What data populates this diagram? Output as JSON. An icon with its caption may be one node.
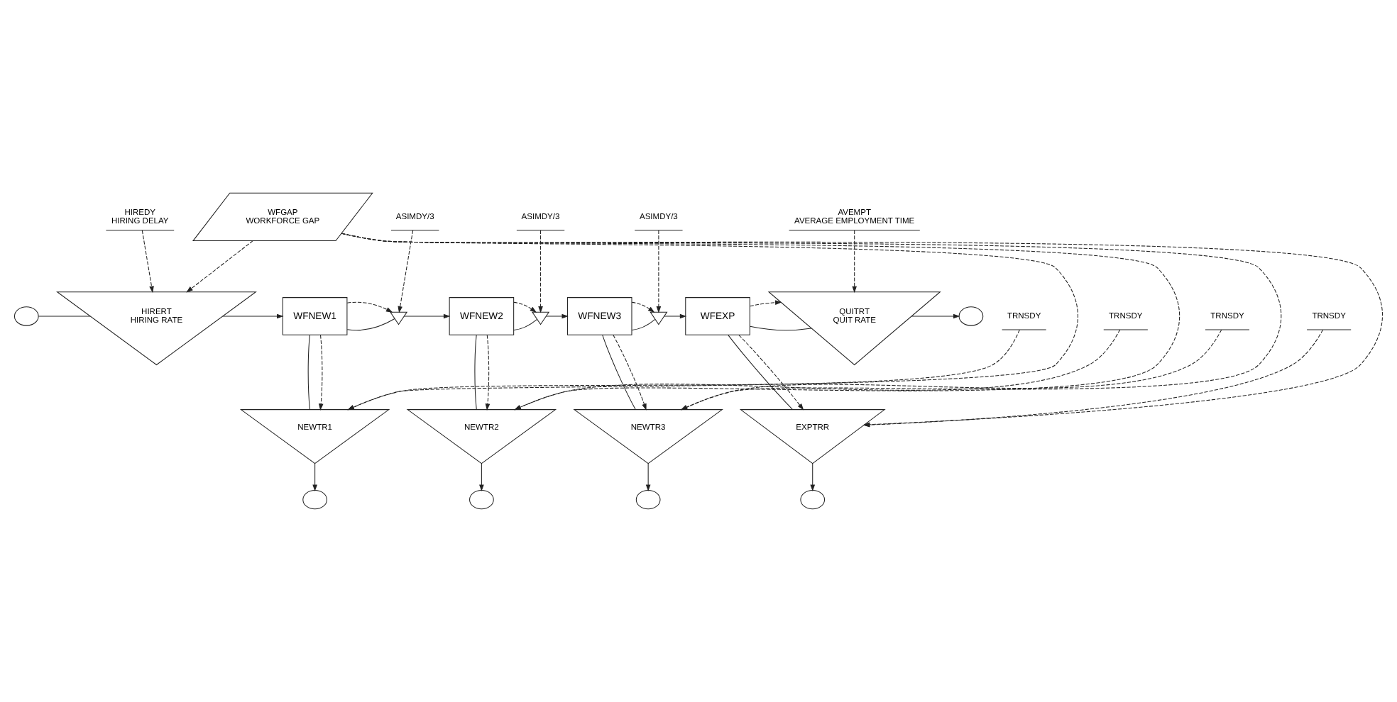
{
  "diagram": {
    "nodes": [
      {
        "text": [],
        "shape": "cloud"
      },
      {
        "text": [
          "HIRERT",
          "HIRING RATE"
        ]
      },
      {
        "text": [
          "WFNEW1"
        ]
      },
      {
        "text": [],
        "shape": "valve"
      },
      {
        "text": [
          "WFNEW2"
        ]
      },
      {
        "text": [],
        "shape": "valve"
      },
      {
        "text": [
          "WFNEW3"
        ]
      },
      {
        "text": [],
        "shape": "valve"
      },
      {
        "text": [
          "WFEXP"
        ]
      },
      {
        "text": [
          "QUITRT",
          "QUIT RATE"
        ]
      },
      {
        "text": [],
        "shape": "cloud"
      },
      {
        "text": [
          "HIREDY",
          "HIRING DELAY"
        ]
      },
      {
        "text": [
          "ASIMDY/3"
        ]
      },
      {
        "text": [
          "ASIMDY/3"
        ]
      },
      {
        "text": [
          "ASIMDY/3"
        ]
      },
      {
        "text": [
          "AVEMPT",
          "AVERAGE EMPLOYMENT TIME"
        ]
      },
      {
        "text": [
          "NEWTR1"
        ]
      },
      {
        "text": [
          "TRNSDY"
        ]
      },
      {
        "text": [],
        "shape": "cloud"
      },
      {
        "text": [
          "NEWTR2"
        ]
      },
      {
        "text": [
          "TRNSDY"
        ]
      },
      {
        "text": [],
        "shape": "cloud"
      },
      {
        "text": [
          "NEWTR3"
        ]
      },
      {
        "text": [
          "TRNSDY"
        ]
      },
      {
        "text": [],
        "shape": "cloud"
      },
      {
        "text": [
          "EXPTRR"
        ]
      },
      {
        "text": [
          "TRNSDY"
        ]
      },
      {
        "text": [],
        "shape": "cloud"
      },
      {
        "text": [
          "WFGAP",
          "WORKFORCE GAP"
        ]
      }
    ],
    "edges": [
      {
        "from": 0,
        "to": 1,
        "arrow": "none"
      },
      {
        "from": 1,
        "to": 2,
        "arrow": "to"
      },
      {
        "from": 2,
        "to": 3,
        "arrow": "none"
      },
      {
        "from": 3,
        "to": 4,
        "arrow": "to"
      },
      {
        "from": 4,
        "to": 5,
        "arrow": "none"
      },
      {
        "from": 5,
        "to": 6,
        "arrow": "to"
      },
      {
        "from": 6,
        "to": 7,
        "arrow": "none"
      },
      {
        "from": 7,
        "to": 8,
        "arrow": "to"
      },
      {
        "from": 8,
        "to": 9,
        "arrow": "none"
      },
      {
        "from": 9,
        "to": 10,
        "arrow": "to"
      },
      {
        "from": 2,
        "to": 16,
        "arrow": "none"
      },
      {
        "from": 16,
        "to": 18,
        "arrow": "to"
      },
      {
        "from": 4,
        "to": 19,
        "arrow": "none"
      },
      {
        "from": 19,
        "to": 21,
        "arrow": "to"
      },
      {
        "from": 6,
        "to": 22,
        "arrow": "none"
      },
      {
        "from": 22,
        "to": 24,
        "arrow": "to"
      },
      {
        "from": 8,
        "to": 25,
        "arrow": "none"
      },
      {
        "from": 25,
        "to": 27,
        "arrow": "to"
      },
      {
        "from": 11,
        "to": 1,
        "arrow": "to",
        "style": "dashed"
      },
      {
        "from": 2,
        "to": 3,
        "arrow": "to",
        "style": "dashed"
      },
      {
        "from": 12,
        "to": 3,
        "arrow": "to",
        "style": "dashed"
      },
      {
        "from": 4,
        "to": 5,
        "arrow": "to",
        "style": "dashed"
      },
      {
        "from": 13,
        "to": 5,
        "arrow": "to",
        "style": "dashed"
      },
      {
        "from": 6,
        "to": 7,
        "arrow": "to",
        "style": "dashed"
      },
      {
        "from": 14,
        "to": 7,
        "arrow": "to",
        "style": "dashed"
      },
      {
        "from": 8,
        "to": 9,
        "arrow": "to",
        "style": "dashed"
      },
      {
        "from": 15,
        "to": 9,
        "arrow": "to",
        "style": "dashed"
      },
      {
        "from": 2,
        "to": 16,
        "arrow": "to",
        "style": "dashed"
      },
      {
        "from": 17,
        "to": 16,
        "arrow": "to",
        "style": "dashed"
      },
      {
        "from": 4,
        "to": 19,
        "arrow": "to",
        "style": "dashed"
      },
      {
        "from": 20,
        "to": 19,
        "arrow": "to",
        "style": "dashed"
      },
      {
        "from": 6,
        "to": 22,
        "arrow": "to",
        "style": "dashed"
      },
      {
        "from": 23,
        "to": 22,
        "arrow": "to",
        "style": "dashed"
      },
      {
        "from": 8,
        "to": 25,
        "arrow": "to",
        "style": "dashed"
      },
      {
        "from": 26,
        "to": 25,
        "arrow": "to",
        "style": "dashed"
      },
      {
        "from": 28,
        "to": 1,
        "arrow": "to",
        "style": "dashed"
      },
      {
        "from": 28,
        "to": 16,
        "arrow": "to",
        "style": "dashed"
      },
      {
        "from": 28,
        "to": 19,
        "arrow": "to",
        "style": "dashed"
      },
      {
        "from": 28,
        "to": 22,
        "arrow": "to",
        "style": "dashed"
      },
      {
        "from": 28,
        "to": 25,
        "arrow": "to",
        "style": "dashed"
      }
    ]
  }
}
